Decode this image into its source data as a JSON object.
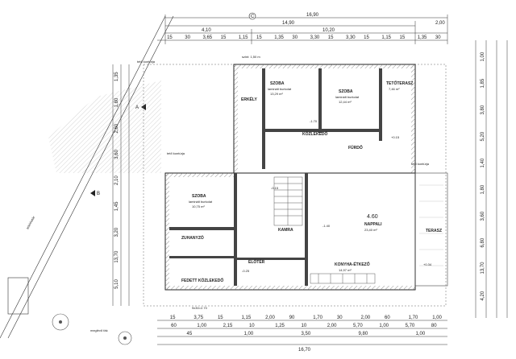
{
  "dimensions": {
    "top_total": "16,90",
    "top_second": "14,90",
    "top_third_a": "4,10",
    "top_third_b": "10,20",
    "top_right": "2,00",
    "top_row": [
      "15",
      "30",
      "3,65",
      "15",
      "1,15",
      "15",
      "1,35",
      "30",
      "3,30",
      "15",
      "3,30",
      "15",
      "1,15",
      "15",
      "1,35",
      "30"
    ],
    "bottom_row1": [
      "15",
      "3,75",
      "15",
      "1,15",
      "2,00",
      "90",
      "1,70",
      "30",
      "2,00",
      "60",
      "1,70",
      "1,00"
    ],
    "bottom_row2": [
      "60",
      "1,00",
      "2,15",
      "10",
      "1,25",
      "10",
      "2,00",
      "5,70",
      "1,00",
      "5,70",
      "80"
    ],
    "bottom_row3": [
      "45",
      "1,00",
      "3,50",
      "9,80",
      "1,00"
    ],
    "bottom_total": "16,70",
    "left_vertical": [
      "1,35",
      "1,80",
      "2,60",
      "3,60",
      "2,10",
      "1,45",
      "3,20",
      "13,70",
      "5,10"
    ],
    "right_vertical": [
      "1,00",
      "1,85",
      "3,80",
      "5,20",
      "1,40",
      "1,80",
      "3,60",
      "6,80",
      "13,70",
      "4,20"
    ]
  },
  "markers": {
    "section_c": "C",
    "section_b": "B",
    "section_a": "A"
  },
  "rooms": {
    "szoba1": {
      "name": "SZOBA",
      "detail": "laminált burkolat",
      "area": "13,29 m²"
    },
    "szoba2": {
      "name": "SZOBA",
      "detail": "laminált burkolat",
      "area": "12,44 m²"
    },
    "szoba3": {
      "name": "SZOBA",
      "detail": "laminált burkolat",
      "area": "10,75 m²"
    },
    "erkely": {
      "name": "ERKÉLY"
    },
    "tetoterasz": {
      "name": "TETŐTERASZ",
      "area": "7,46 m²"
    },
    "kozlekedo_upper": {
      "name": "KÖZLEKEDŐ"
    },
    "furdo": {
      "name": "FÜRDŐ"
    },
    "nappali": {
      "name": "NAPPALI",
      "level": "4.60",
      "area": "23,40 m²"
    },
    "konyha": {
      "name": "KONYHA-ÉTKEZŐ",
      "area": "14,97 m²"
    },
    "zuhanyzo": {
      "name": "ZUHANYZÓ"
    },
    "eloter": {
      "name": "ELŐTÉR"
    },
    "kamra": {
      "name": "KAMRA"
    },
    "fedett": {
      "name": "FEDETT KÖZLEKEDŐ"
    },
    "terasz": {
      "name": "TERASZ"
    }
  },
  "levels": [
    "-1.70",
    "-1.40",
    "+0.34",
    "-0.25",
    "+0.15",
    "-0.15"
  ],
  "notes": {
    "tetokontur": "tető kontúrja",
    "tetokontur2": "tető kontúrja",
    "hatarvonal": "telekhatár",
    "megleva": "meglévő fák",
    "stair": "9x30=2.70",
    "tetokerulet": "tető kontúrja",
    "szint": "szint: 1,50 m"
  }
}
